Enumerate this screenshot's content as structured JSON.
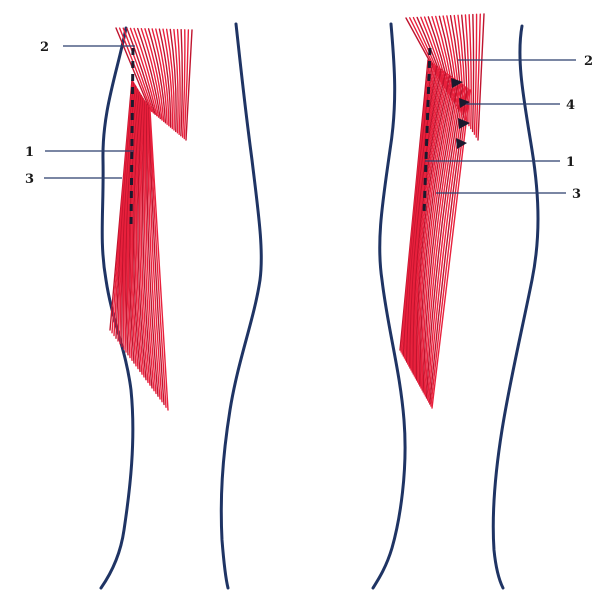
{
  "colors": {
    "muscle": "#e8203c",
    "muscle_dark": "#c0142e",
    "outline": "#1f3464",
    "leader": "#2b3f6c",
    "incision": "#1a1a2e"
  },
  "left_leg": {
    "labels": {
      "l2": "2",
      "l1": "1",
      "l3": "3"
    }
  },
  "right_leg": {
    "labels": {
      "r2": "2",
      "r4": "4",
      "r1": "1",
      "r3": "3"
    }
  }
}
